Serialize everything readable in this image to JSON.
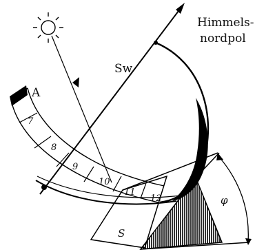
{
  "labels": {
    "north_pole_line1": "Himmels-",
    "north_pole_line2": "nordpol",
    "gnomon": "Sw",
    "end_marker": "A",
    "base": "S",
    "angle": "φ"
  },
  "hour_marks": [
    "7",
    "8",
    "9",
    "10",
    "11",
    "12"
  ]
}
